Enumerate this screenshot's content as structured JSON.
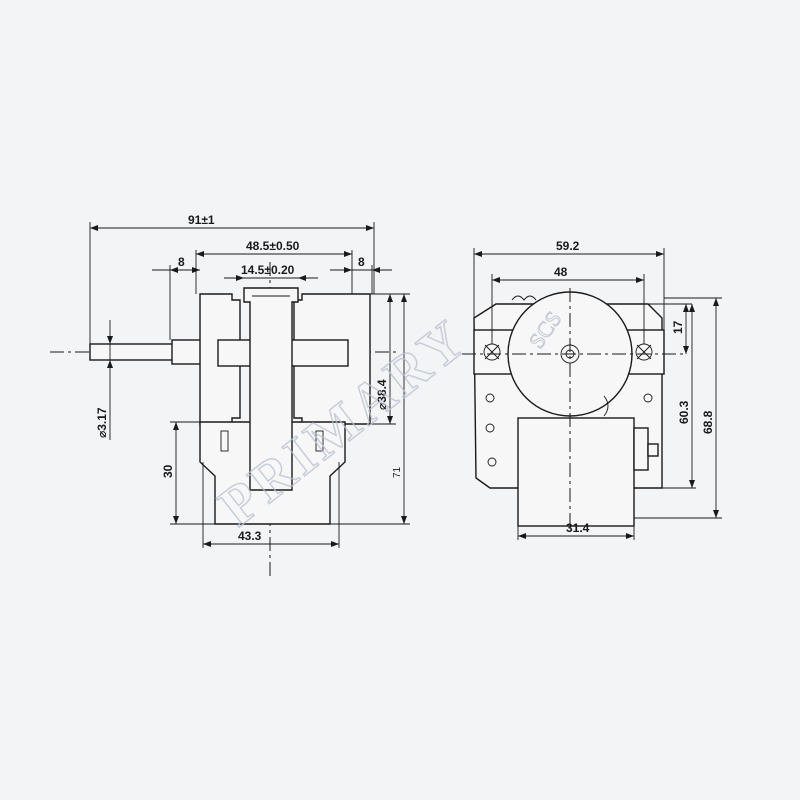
{
  "side_view": {
    "overall_length": "91±1",
    "mount_spacing": "48.5±0.50",
    "left_flange": "8",
    "right_flange": "8",
    "bracket_width": "14.5±0.20",
    "shaft_diameter": "⌀3.17",
    "body_diameter": "⌀38.4",
    "coil_height": "30",
    "total_height": "71",
    "coil_width": "43.3"
  },
  "front_view": {
    "frame_width": "59.2",
    "hole_spacing": "48",
    "top_offset": "17",
    "body_height": "60.3",
    "overall_height": "68.8",
    "coil_width": "31.4"
  },
  "watermark": {
    "brand": "PRIMARY",
    "sub": "SCS"
  }
}
